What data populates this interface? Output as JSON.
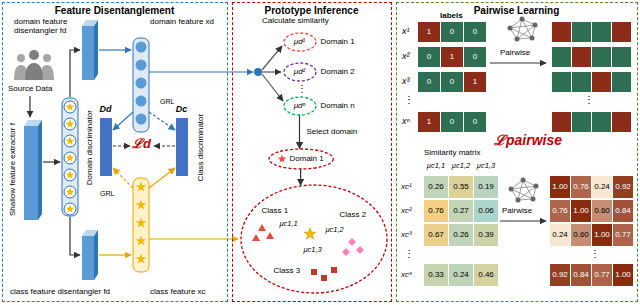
{
  "diagram": {
    "nodes": [
      {
        "text": [
          "Feature Disentanglement"
        ]
      },
      {
        "text": [
          "Prototype Inference"
        ]
      },
      {
        "text": [
          "Pairwise Learning"
        ]
      },
      {
        "text": [
          "Dd"
        ],
        "in": 0
      },
      {
        "text": [
          "Dc"
        ],
        "in": 0
      },
      {
        "text": [
          "μd¹",
          "Domain 1"
        ],
        "in": 1
      },
      {
        "text": [
          "μd²",
          "Domain 2"
        ],
        "in": 1
      },
      {
        "text": [
          "μdⁿ",
          "Domain n"
        ],
        "in": 1
      },
      {
        "text": [
          "Domain 1"
        ],
        "in": 1
      },
      {
        "text": [
          "Class 1",
          "Class 2",
          "Class 3",
          "μc1,1",
          "μc1,2",
          "μc1,3"
        ],
        "in": 1
      }
    ],
    "edges": [
      {
        "from": 7,
        "to": 8,
        "label": "Select domain",
        "arrow": "to"
      },
      {
        "from": 8,
        "to": 9,
        "arrow": "to"
      }
    ],
    "labels": [
      "domain feature disentangler fd",
      "domain feature xd",
      "Source Data",
      "Shallow feature extractor f",
      "Domain discriminator",
      "Class discriminator",
      "GRL",
      "GRL",
      "ℒd",
      "class feature disentangler fd",
      "class feature xc",
      "Calculate similarity",
      "⋮",
      "labels",
      "x¹",
      "x²",
      "x³",
      "⋮",
      "xⁿ",
      "1",
      "0",
      "0",
      "0",
      "1",
      "0",
      "0",
      "0",
      "1",
      "1",
      "0",
      "0",
      "Pairwise",
      "⋮",
      "Similarity matrix",
      "μc1,1",
      "μc1,2",
      "μc1,3",
      "xc¹",
      "xc²",
      "xc³",
      "⋮",
      "xcⁿ",
      "0.26",
      "0.55",
      "0.19",
      "0.76",
      "0.27",
      "0.06",
      "0.67",
      "0.26",
      "0.39",
      "0.33",
      "0.24",
      "0.46",
      "Pairwise",
      "ℒpairwise",
      "1.00",
      "0.76",
      "0.24",
      "0.92",
      "0.76",
      "1.00",
      "0.60",
      "0.84",
      "0.24",
      "0.60",
      "1.00",
      "0.77",
      "0.92",
      "0.84",
      "0.77",
      "1.00",
      "⋮"
    ]
  }
}
